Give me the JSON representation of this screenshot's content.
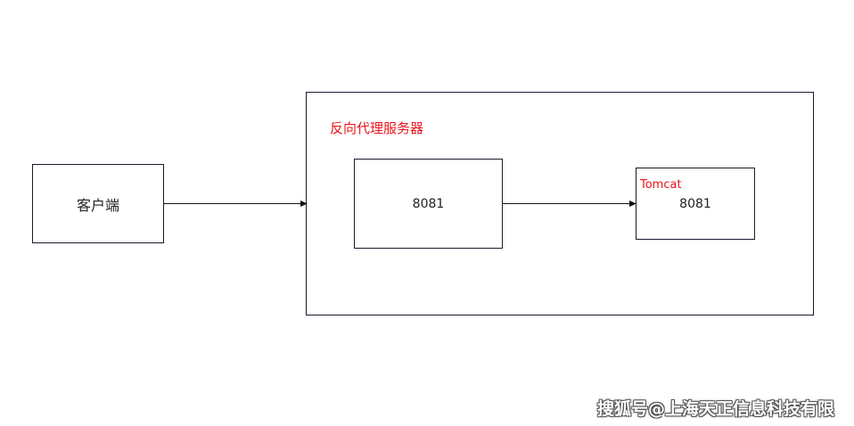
{
  "diagram": {
    "client": {
      "label": "客户端"
    },
    "proxy": {
      "label": "反向代理服务器",
      "inner_port": "8081"
    },
    "tomcat": {
      "label": "Tomcat",
      "port": "8081"
    }
  },
  "watermark": {
    "text": "搜狐号@上海天正信息科技有限"
  },
  "colors": {
    "border": "#1a1a2e",
    "label_red": "#e8141c",
    "arrow": "#111111"
  }
}
